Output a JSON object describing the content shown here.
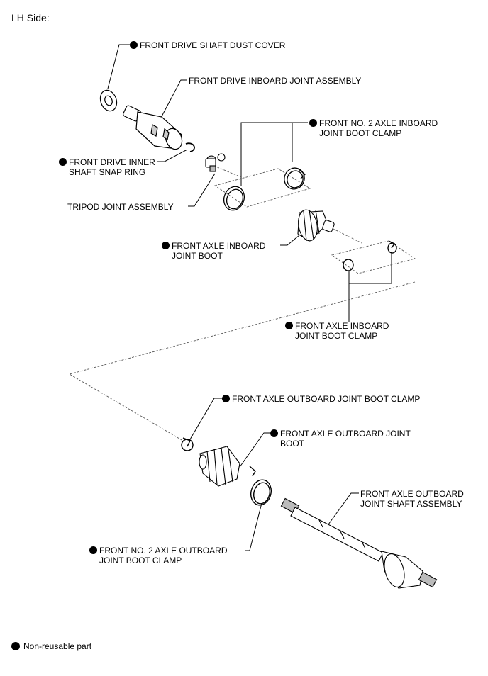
{
  "header": {
    "side": "LH Side:"
  },
  "labels": {
    "dust_cover": "FRONT DRIVE SHAFT DUST COVER",
    "inboard_joint": "FRONT DRIVE INBOARD JOINT ASSEMBLY",
    "no2_inboard_clamp_1": "FRONT NO. 2 AXLE INBOARD",
    "no2_inboard_clamp_2": "JOINT BOOT CLAMP",
    "snap_ring_1": "FRONT DRIVE INNER",
    "snap_ring_2": "SHAFT SNAP RING",
    "tripod": "TRIPOD JOINT ASSEMBLY",
    "inboard_boot_1": "FRONT AXLE INBOARD",
    "inboard_boot_2": "JOINT BOOT",
    "inboard_clamp_1": "FRONT AXLE INBOARD",
    "inboard_clamp_2": "JOINT BOOT CLAMP",
    "outboard_clamp": "FRONT AXLE OUTBOARD JOINT BOOT CLAMP",
    "outboard_boot_1": "FRONT AXLE OUTBOARD JOINT",
    "outboard_boot_2": "BOOT",
    "outboard_shaft_1": "FRONT AXLE OUTBOARD",
    "outboard_shaft_2": "JOINT SHAFT ASSEMBLY",
    "no2_outboard_clamp_1": "FRONT NO. 2 AXLE OUTBOARD",
    "no2_outboard_clamp_2": "JOINT BOOT CLAMP"
  },
  "legend": {
    "non_reusable": "Non-reusable part"
  }
}
